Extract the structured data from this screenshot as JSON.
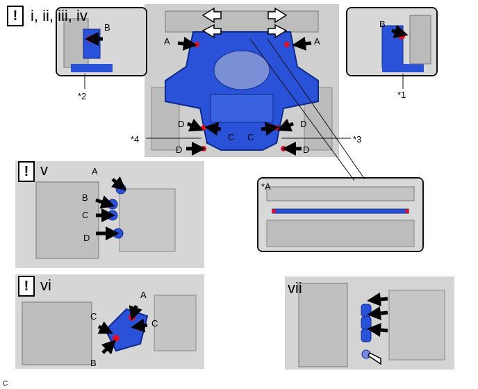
{
  "steps": {
    "top": "i, ii, iii, iv",
    "v": "v",
    "vi": "vi",
    "vii": "vii",
    "warn_symbol": "!"
  },
  "callouts": {
    "A": "A",
    "B": "B",
    "C": "C",
    "D": "D",
    "star1": "*1",
    "star2": "*2",
    "star3": "*3",
    "star4": "*4",
    "starA": "*A"
  },
  "footer_code": "C",
  "colors": {
    "part_blue": "#2a52d8",
    "bolt_red": "#e0102a",
    "line": "#111111",
    "panel_bg": "#dadada"
  },
  "icons": [
    "arrow-black-icon",
    "arrow-white-icon",
    "warning-icon"
  ]
}
